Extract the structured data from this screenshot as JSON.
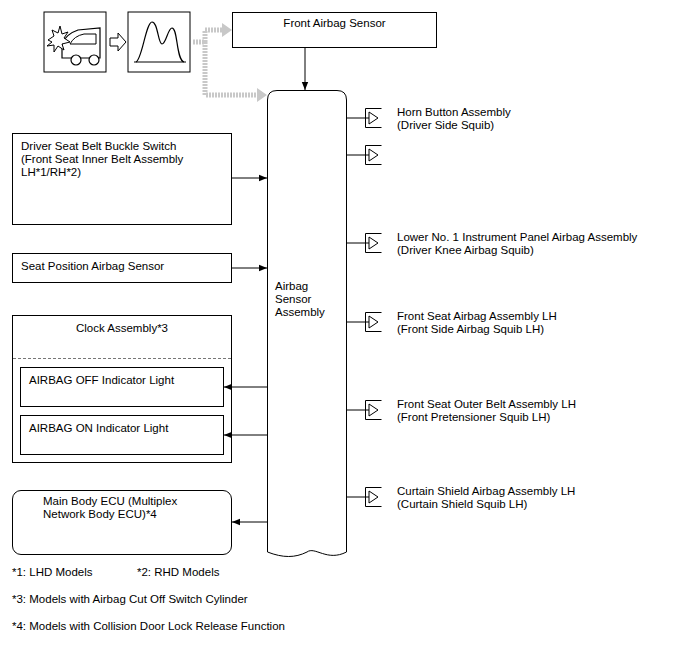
{
  "diagram": {
    "nodes": [
      {
        "text": [
          "Front Airbag Sensor"
        ]
      },
      {
        "text": [
          "Airbag Sensor Assembly"
        ]
      },
      {
        "text": [
          "Driver Seat Belt Buckle Switch (Front Seat Inner Belt Assembly LH*1/RH*2)"
        ]
      },
      {
        "text": [
          "Seat Position Airbag Sensor"
        ]
      },
      {
        "text": [
          "Clock Assembly*3"
        ]
      },
      {
        "text": [
          "AIRBAG OFF Indicator Light"
        ],
        "in": 4
      },
      {
        "text": [
          "AIRBAG ON Indicator Light"
        ],
        "in": 4
      },
      {
        "text": [
          "Main Body ECU (Multiplex Network Body ECU)*4"
        ]
      },
      {
        "text": [
          "Horn Button Assembly",
          "(Driver Side Squib)"
        ]
      },
      {
        "text": [
          "Lower No. 1 Instrument Panel Airbag Assembly",
          "(Driver Knee Airbag Squib)"
        ]
      },
      {
        "text": [
          "Front Seat Airbag Assembly LH",
          "(Front Side Airbag Squib LH)"
        ]
      },
      {
        "text": [
          "Front Seat Outer Belt Assembly LH",
          "(Front Pretensioner Squib LH)"
        ]
      },
      {
        "text": [
          "Curtain Shield Airbag Assembly LH",
          "(Curtain Shield Squib LH)"
        ]
      }
    ],
    "edges": [
      {
        "from": 0,
        "to": 1,
        "arrow": "to"
      },
      {
        "from": 2,
        "to": 1,
        "arrow": "to"
      },
      {
        "from": 3,
        "to": 1,
        "arrow": "to"
      },
      {
        "from": 1,
        "to": 5,
        "arrow": "to"
      },
      {
        "from": 1,
        "to": 6,
        "arrow": "to"
      },
      {
        "from": 1,
        "to": 7,
        "arrow": "to"
      },
      {
        "from": 1,
        "to": 8,
        "arrow": "none"
      },
      {
        "from": 1,
        "to": 8,
        "arrow": "none"
      },
      {
        "from": 1,
        "to": 9,
        "arrow": "none"
      },
      {
        "from": 1,
        "to": 10,
        "arrow": "none"
      },
      {
        "from": 1,
        "to": 11,
        "arrow": "none"
      },
      {
        "from": 1,
        "to": 12,
        "arrow": "none"
      }
    ],
    "labels": [
      "*1: LHD Models",
      "*2: RHD Models",
      "*3: Models with Airbag Cut Off Switch Cylinder",
      "*4: Models with Collision Door Lock Release Function"
    ]
  }
}
